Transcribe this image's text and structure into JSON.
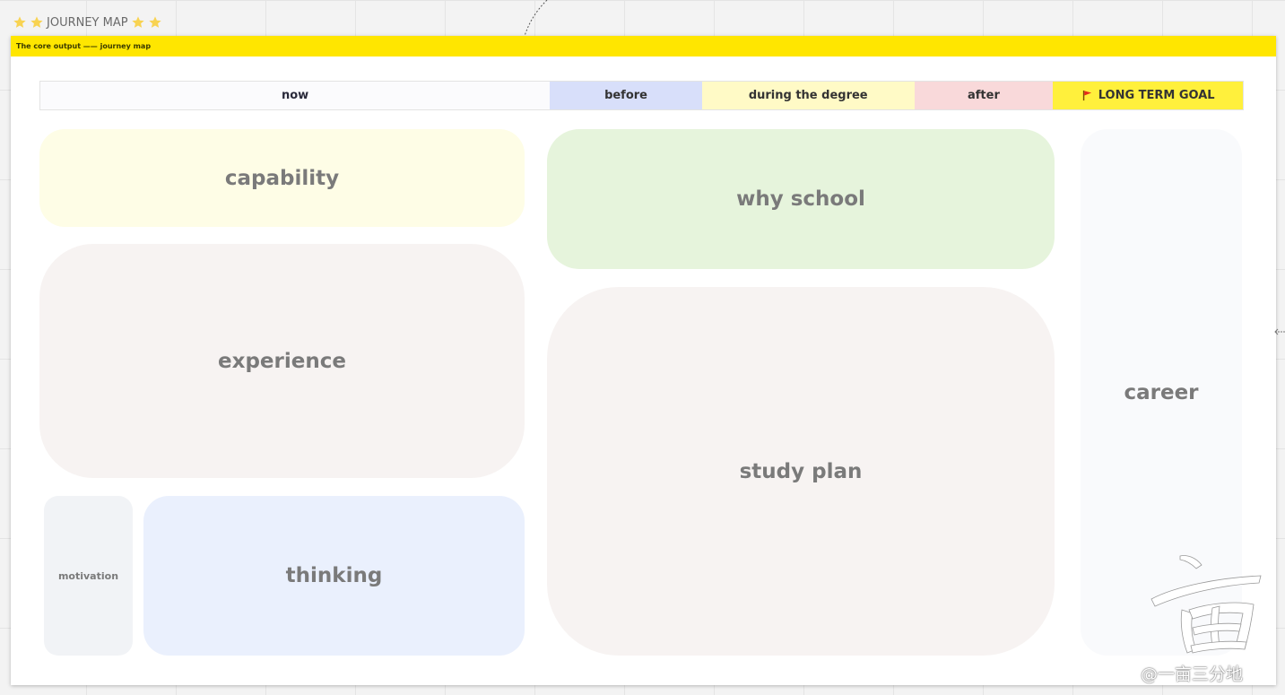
{
  "frame": {
    "title": "JOURNEY MAP",
    "title_icon": "star-icon"
  },
  "banner": {
    "text": "The core output —— journey map",
    "color": "#ffe600"
  },
  "timeline": {
    "stages": [
      {
        "label": "now",
        "color": "#fbfbfd"
      },
      {
        "label": "before",
        "color": "#d8dffa"
      },
      {
        "label": "during the degree",
        "color": "#fffac6"
      },
      {
        "label": "after",
        "color": "#f9d9da"
      },
      {
        "label": "LONG TERM GOAL",
        "color": "#fff03c",
        "icon": "red-flag-icon"
      }
    ]
  },
  "cards": {
    "capability": "capability",
    "experience": "experience",
    "motivation": "motivation",
    "thinking": "thinking",
    "why_school": "why school",
    "study_plan": "study plan",
    "career": "career"
  },
  "watermark": {
    "text": "@一亩三分地"
  }
}
